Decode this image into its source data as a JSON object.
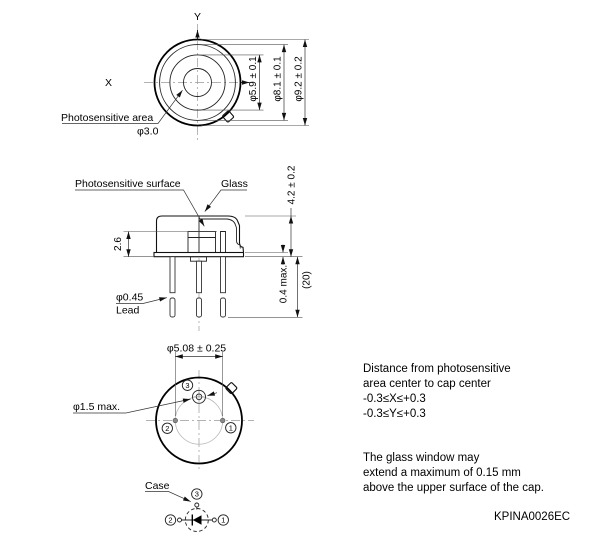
{
  "doc_number": "KPINA0026EC",
  "colors": {
    "line": "#000000",
    "dimension": "#333333",
    "centerline": "#999999",
    "background": "#ffffff"
  },
  "top_view": {
    "axis_y_label": "Y",
    "axis_x_label": "X",
    "photosensitive_area_label": "Photosensitive area",
    "photosensitive_area_diameter": "φ3.0",
    "dim_window": "φ5.9 ± 0.1",
    "dim_cap": "φ8.1 ± 0.1",
    "dim_flange": "φ9.2 ± 0.2"
  },
  "side_view": {
    "photosensitive_surface_label": "Photosensitive surface",
    "glass_label": "Glass",
    "dim_surface_height": "2.6",
    "dim_cap_height": "4.2 ± 0.2",
    "dim_flange_thickness": "0.4 max.",
    "dim_lead_length": "(20)",
    "lead_diameter": "φ0.45",
    "lead_label": "Lead"
  },
  "bottom_view": {
    "dim_lead_circle": "φ5.08 ± 0.25",
    "dim_pin3_insulation": "φ1.5 max.",
    "pin_numbers": {
      "pin1": "1",
      "pin2": "2",
      "pin3": "3"
    }
  },
  "case_diagram": {
    "case_label": "Case",
    "pin_numbers": {
      "pin1": "1",
      "pin2": "2",
      "pin3": "3"
    }
  },
  "notes": {
    "alignment_note": [
      "Distance from photosensitive",
      "area center to cap center",
      "-0.3≤X≤+0.3",
      "-0.3≤Y≤+0.3"
    ],
    "glass_note": [
      "The glass window may",
      "extend a maximum of 0.15 mm",
      "above the upper surface of the cap."
    ]
  }
}
